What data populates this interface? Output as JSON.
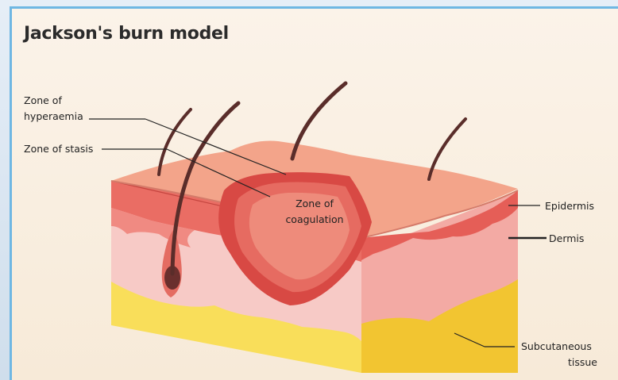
{
  "title": "Jackson's burn model",
  "labels": {
    "hyperaemia_line1": "Zone of",
    "hyperaemia_line2": "hyperaemia",
    "stasis": "Zone of stasis",
    "coagulation_line1": "Zone of",
    "coagulation_line2": "coagulation",
    "epidermis": "Epidermis",
    "dermis": "Dermis",
    "subcutaneous_line1": "Subcutaneous",
    "subcutaneous_line2": "tissue"
  },
  "colors": {
    "panel_border": "#6fb7e3",
    "skin_top": "#f2a187",
    "epidermis": "#e86a62",
    "dermis": "#f7c9c4",
    "subcutaneous": "#f9dd57",
    "coagulation": "#e75a55",
    "hair": "#5a2d2a"
  }
}
